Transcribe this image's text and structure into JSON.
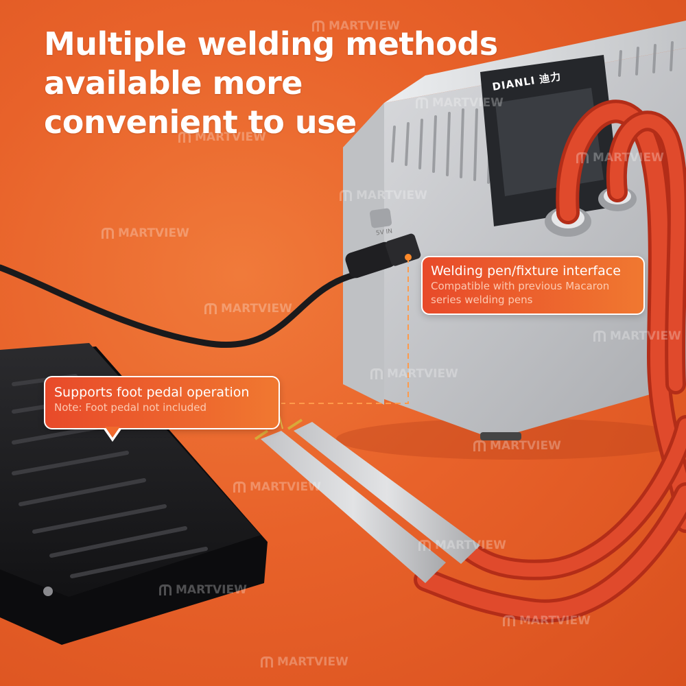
{
  "headline": {
    "line1": "Multiple welding methods",
    "line2": "available more",
    "line3": "convenient to use"
  },
  "callouts": {
    "interface": {
      "title": "Welding pen/fixture interface",
      "note": "Compatible with previous Macaron series welding pens"
    },
    "pedal": {
      "title": "Supports foot pedal operation",
      "note": "Note: Foot pedal not included"
    }
  },
  "device": {
    "brand": "DIANLI 迪力",
    "port_label": "5V IN"
  },
  "watermark": {
    "text": "MARTVIEW"
  },
  "colors": {
    "background": "#e8622a",
    "accent_red": "#e84a2a",
    "cable_red": "#d63a22",
    "device_gray": "#c9cacc",
    "pedal_black": "#1c1c1e"
  }
}
